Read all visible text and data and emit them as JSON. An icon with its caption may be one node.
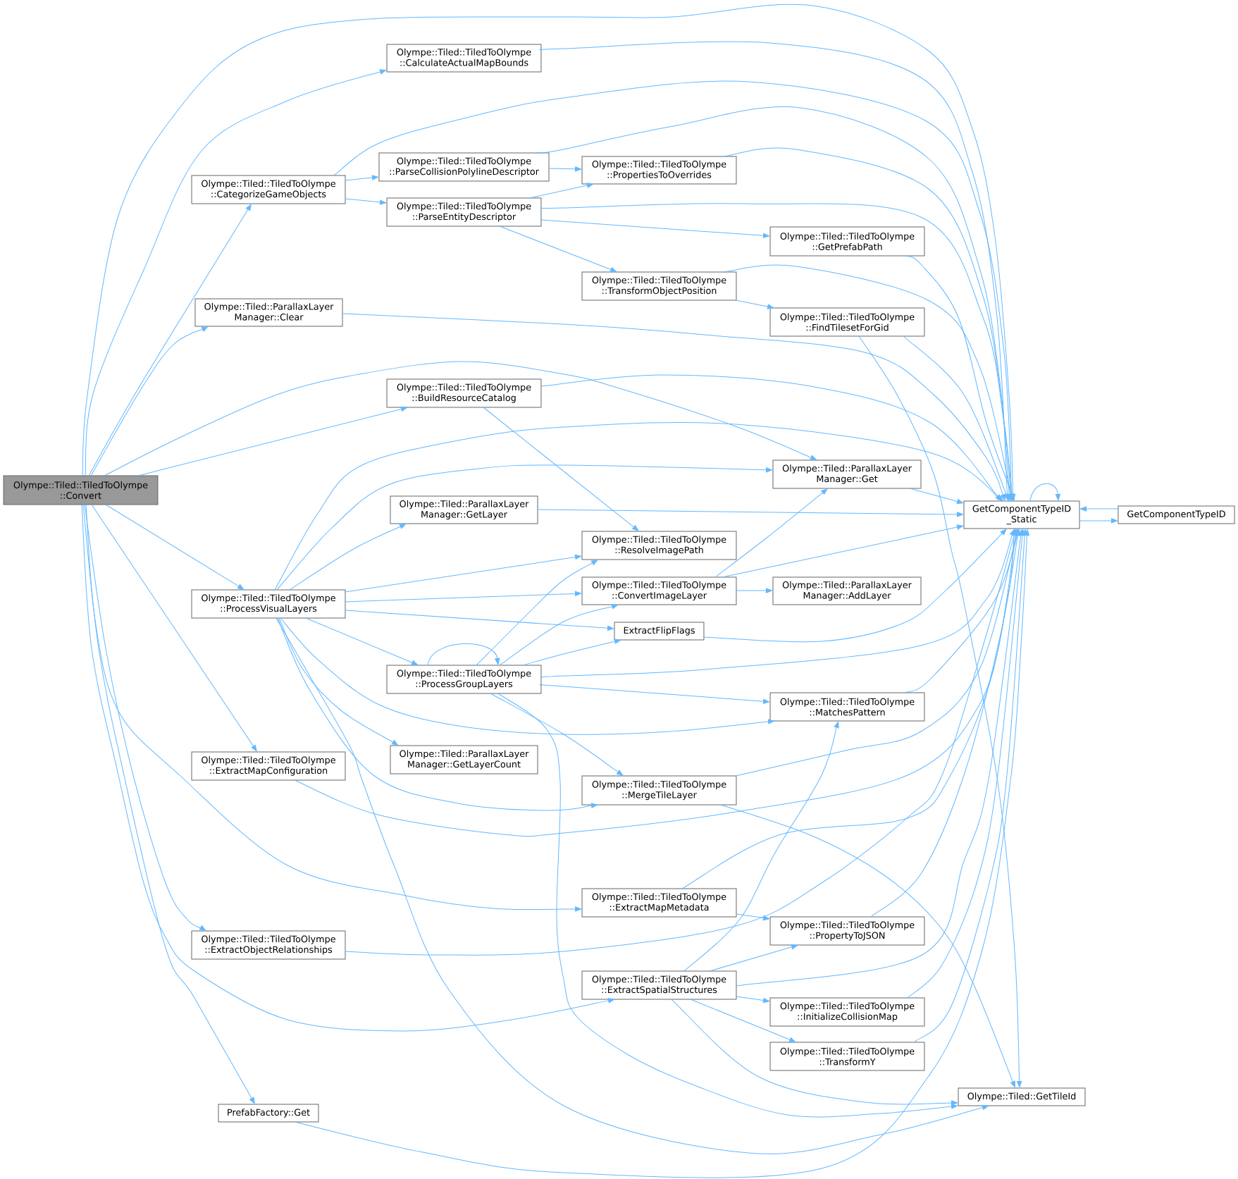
{
  "diagram": {
    "nodes": [
      {
        "text": [
          "Olympe::Tiled::TiledToOlympe ::Convert"
        ]
      },
      {
        "text": [
          "Olympe::Tiled::TiledToOlympe ::CategorizeGameObjects"
        ]
      },
      {
        "text": [
          "Olympe::Tiled::ParallaxLayer Manager::Clear"
        ]
      },
      {
        "text": [
          "Olympe::Tiled::TiledToOlympe ::ProcessVisualLayers"
        ]
      },
      {
        "text": [
          "Olympe::Tiled::TiledToOlympe ::ExtractMapConfiguration"
        ]
      },
      {
        "text": [
          "Olympe::Tiled::TiledToOlympe ::ExtractObjectRelationships"
        ]
      },
      {
        "text": [
          "PrefabFactory::Get"
        ]
      },
      {
        "text": [
          "Olympe::Tiled::TiledToOlympe ::CalculateActualMapBounds"
        ]
      },
      {
        "text": [
          "Olympe::Tiled::TiledToOlympe ::ParseCollisionPolylineDescriptor"
        ]
      },
      {
        "text": [
          "Olympe::Tiled::TiledToOlympe ::ParseEntityDescriptor"
        ]
      },
      {
        "text": [
          "Olympe::Tiled::TiledToOlympe ::BuildResourceCatalog"
        ]
      },
      {
        "text": [
          "Olympe::Tiled::ParallaxLayer Manager::GetLayer"
        ]
      },
      {
        "text": [
          "Olympe::Tiled::TiledToOlympe ::ProcessGroupLayers"
        ]
      },
      {
        "text": [
          "Olympe::Tiled::ParallaxLayer Manager::GetLayerCount"
        ]
      },
      {
        "text": [
          "Olympe::Tiled::TiledToOlympe ::PropertiesToOverrides"
        ]
      },
      {
        "text": [
          "Olympe::Tiled::TiledToOlympe ::TransformObjectPosition"
        ]
      },
      {
        "text": [
          "Olympe::Tiled::TiledToOlympe ::ResolveImagePath"
        ]
      },
      {
        "text": [
          "Olympe::Tiled::TiledToOlympe ::ConvertImageLayer"
        ]
      },
      {
        "text": [
          "ExtractFlipFlags"
        ]
      },
      {
        "text": [
          "Olympe::Tiled::TiledToOlympe ::MergeTileLayer"
        ]
      },
      {
        "text": [
          "Olympe::Tiled::TiledToOlympe ::ExtractMapMetadata"
        ]
      },
      {
        "text": [
          "Olympe::Tiled::TiledToOlympe ::ExtractSpatialStructures"
        ]
      },
      {
        "text": [
          "Olympe::Tiled::TiledToOlympe ::GetPrefabPath"
        ]
      },
      {
        "text": [
          "Olympe::Tiled::TiledToOlympe ::FindTilesetForGid"
        ]
      },
      {
        "text": [
          "Olympe::Tiled::ParallaxLayer Manager::Get"
        ]
      },
      {
        "text": [
          "Olympe::Tiled::ParallaxLayer Manager::AddLayer"
        ]
      },
      {
        "text": [
          "Olympe::Tiled::TiledToOlympe ::MatchesPattern"
        ]
      },
      {
        "text": [
          "Olympe::Tiled::TiledToOlympe ::PropertyToJSON"
        ]
      },
      {
        "text": [
          "Olympe::Tiled::TiledToOlympe ::InitializeCollisionMap"
        ]
      },
      {
        "text": [
          "Olympe::Tiled::TiledToOlympe ::TransformY"
        ]
      },
      {
        "text": [
          "GetComponentTypeID _Static"
        ]
      },
      {
        "text": [
          "Olympe::Tiled::GetTileId"
        ]
      },
      {
        "text": [
          "GetComponentTypeID"
        ]
      }
    ],
    "edges": [
      {
        "from": 0,
        "to": 30,
        "arrow": "to"
      },
      {
        "from": 0,
        "to": 7,
        "arrow": "to"
      },
      {
        "from": 0,
        "to": 1,
        "arrow": "to"
      },
      {
        "from": 0,
        "to": 2,
        "arrow": "to"
      },
      {
        "from": 0,
        "to": 24,
        "arrow": "to"
      },
      {
        "from": 0,
        "to": 10,
        "arrow": "to"
      },
      {
        "from": 0,
        "to": 3,
        "arrow": "to"
      },
      {
        "from": 0,
        "to": 4,
        "arrow": "to"
      },
      {
        "from": 0,
        "to": 20,
        "arrow": "to"
      },
      {
        "from": 0,
        "to": 5,
        "arrow": "to"
      },
      {
        "from": 0,
        "to": 21,
        "arrow": "to"
      },
      {
        "from": 0,
        "to": 6,
        "arrow": "to"
      },
      {
        "from": 1,
        "to": 8,
        "arrow": "to"
      },
      {
        "from": 1,
        "to": 9,
        "arrow": "to"
      },
      {
        "from": 1,
        "to": 30,
        "arrow": "to"
      },
      {
        "from": 2,
        "to": 30,
        "arrow": "to"
      },
      {
        "from": 3,
        "to": 30,
        "arrow": "to"
      },
      {
        "from": 3,
        "to": 24,
        "arrow": "to"
      },
      {
        "from": 3,
        "to": 11,
        "arrow": "to"
      },
      {
        "from": 3,
        "to": 16,
        "arrow": "to"
      },
      {
        "from": 3,
        "to": 17,
        "arrow": "to"
      },
      {
        "from": 3,
        "to": 18,
        "arrow": "to"
      },
      {
        "from": 3,
        "to": 12,
        "arrow": "to"
      },
      {
        "from": 3,
        "to": 26,
        "arrow": "to"
      },
      {
        "from": 3,
        "to": 13,
        "arrow": "to"
      },
      {
        "from": 3,
        "to": 19,
        "arrow": "to"
      },
      {
        "from": 3,
        "to": 31,
        "arrow": "to"
      },
      {
        "from": 4,
        "to": 30,
        "arrow": "to"
      },
      {
        "from": 5,
        "to": 30,
        "arrow": "to"
      },
      {
        "from": 6,
        "to": 30,
        "arrow": "to"
      },
      {
        "from": 7,
        "to": 30,
        "arrow": "to"
      },
      {
        "from": 8,
        "to": 14,
        "arrow": "to"
      },
      {
        "from": 8,
        "to": 30,
        "arrow": "to"
      },
      {
        "from": 9,
        "to": 14,
        "arrow": "to"
      },
      {
        "from": 9,
        "to": 30,
        "arrow": "to"
      },
      {
        "from": 9,
        "to": 22,
        "arrow": "to"
      },
      {
        "from": 9,
        "to": 15,
        "arrow": "to"
      },
      {
        "from": 10,
        "to": 30,
        "arrow": "to"
      },
      {
        "from": 10,
        "to": 16,
        "arrow": "to"
      },
      {
        "from": 11,
        "to": 30,
        "arrow": "to"
      },
      {
        "from": 12,
        "to": 12,
        "arrow": "to"
      },
      {
        "from": 12,
        "to": 16,
        "arrow": "to"
      },
      {
        "from": 12,
        "to": 17,
        "arrow": "to"
      },
      {
        "from": 12,
        "to": 18,
        "arrow": "to"
      },
      {
        "from": 12,
        "to": 30,
        "arrow": "to"
      },
      {
        "from": 12,
        "to": 26,
        "arrow": "to"
      },
      {
        "from": 12,
        "to": 19,
        "arrow": "to"
      },
      {
        "from": 12,
        "to": 31,
        "arrow": "to"
      },
      {
        "from": 14,
        "to": 30,
        "arrow": "to"
      },
      {
        "from": 15,
        "to": 30,
        "arrow": "to"
      },
      {
        "from": 15,
        "to": 23,
        "arrow": "to"
      },
      {
        "from": 17,
        "to": 24,
        "arrow": "to"
      },
      {
        "from": 17,
        "to": 30,
        "arrow": "to"
      },
      {
        "from": 17,
        "to": 25,
        "arrow": "to"
      },
      {
        "from": 18,
        "to": 30,
        "arrow": "to"
      },
      {
        "from": 19,
        "to": 30,
        "arrow": "to"
      },
      {
        "from": 19,
        "to": 31,
        "arrow": "to"
      },
      {
        "from": 20,
        "to": 27,
        "arrow": "to"
      },
      {
        "from": 20,
        "to": 30,
        "arrow": "to"
      },
      {
        "from": 21,
        "to": 26,
        "arrow": "to"
      },
      {
        "from": 21,
        "to": 27,
        "arrow": "to"
      },
      {
        "from": 21,
        "to": 30,
        "arrow": "to"
      },
      {
        "from": 21,
        "to": 28,
        "arrow": "to"
      },
      {
        "from": 21,
        "to": 29,
        "arrow": "to"
      },
      {
        "from": 21,
        "to": 31,
        "arrow": "to"
      },
      {
        "from": 22,
        "to": 30,
        "arrow": "to"
      },
      {
        "from": 23,
        "to": 30,
        "arrow": "to"
      },
      {
        "from": 23,
        "to": 31,
        "arrow": "to"
      },
      {
        "from": 24,
        "to": 30,
        "arrow": "to"
      },
      {
        "from": 26,
        "to": 30,
        "arrow": "to"
      },
      {
        "from": 27,
        "to": 30,
        "arrow": "to"
      },
      {
        "from": 28,
        "to": 30,
        "arrow": "to"
      },
      {
        "from": 29,
        "to": 30,
        "arrow": "to"
      },
      {
        "from": 30,
        "to": 30,
        "arrow": "to"
      },
      {
        "from": 30,
        "to": 32,
        "arrow": "to"
      },
      {
        "from": 32,
        "to": 30,
        "arrow": "to"
      }
    ]
  }
}
